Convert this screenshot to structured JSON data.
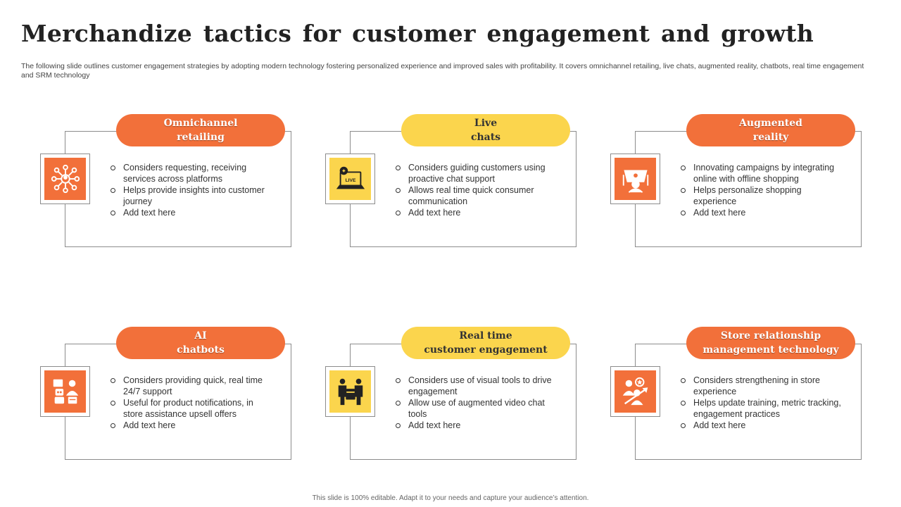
{
  "slide": {
    "title": "Merchandize tactics for customer engagement and growth",
    "subtitle": "The following slide outlines customer engagement strategies by adopting modern technology fostering personalized experience and improved sales with profitability. It covers omnichannel retailing, live chats, augmented reality, chatbots, real time engagement and SRM technology",
    "footer": "This slide is 100% editable. Adapt it to your needs and capture your audience’s attention."
  },
  "colors": {
    "orange": "#f2703a",
    "yellow": "#fbd54d"
  },
  "cards": [
    {
      "heading_line1": "Omnichannel",
      "heading_line2": "retailing",
      "color": "orange",
      "icon": "network-people-icon",
      "bullets": [
        "Considers requesting, receiving services across platforms",
        "Helps provide insights into customer journey",
        "Add text here"
      ]
    },
    {
      "heading_line1": "Live",
      "heading_line2": "chats",
      "color": "yellow",
      "icon": "live-laptop-icon",
      "icon_text": "LIVE",
      "bullets": [
        "Considers guiding customers using proactive chat support",
        "Allows real time quick consumer communication",
        "Add text here"
      ]
    },
    {
      "heading_line1": "Augmented",
      "heading_line2": "reality",
      "color": "orange",
      "icon": "ar-headset-icon",
      "bullets": [
        "Innovating campaigns by integrating online with offline shopping",
        "Helps personalize shopping experience",
        "Add text here"
      ]
    },
    {
      "heading_line1": "AI",
      "heading_line2": "chatbots",
      "color": "orange",
      "icon": "chatbot-icon",
      "bullets": [
        "Considers providing quick, real time 24/7 support",
        "Useful for product notifications, in store assistance upsell offers",
        "Add text here"
      ]
    },
    {
      "heading_line1": "Real time",
      "heading_line2": "customer engagement",
      "color": "yellow",
      "icon": "handshake-deal-icon",
      "bullets": [
        "Considers use of visual tools to drive engagement",
        "Allow use of augmented video chat tools",
        "Add text here"
      ]
    },
    {
      "heading_line1": "Store relationship",
      "heading_line2": "management technology",
      "color": "orange",
      "icon": "customer-growth-icon",
      "bullets": [
        "Considers strengthening in store experience",
        "Helps update training, metric tracking, engagement practices",
        "Add text here"
      ]
    }
  ]
}
